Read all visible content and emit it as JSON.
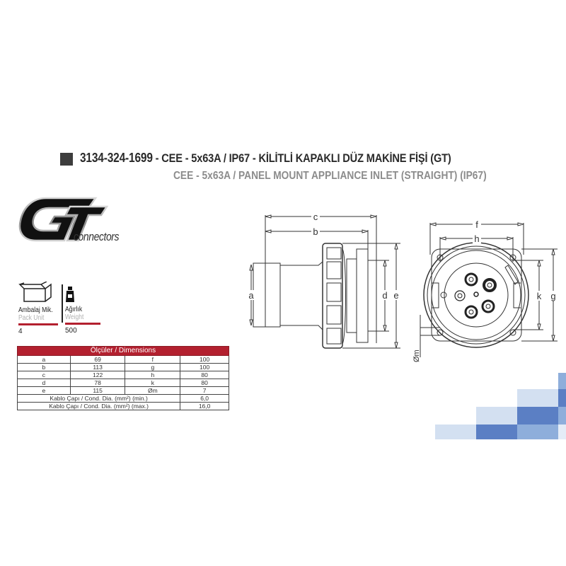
{
  "header": {
    "product_code": "3134-324-1699",
    "title_tr": " - CEE - 5x63A  / IP67 - KİLİTLİ KAPAKLI DÜZ MAKİNE FİŞİ (GT)",
    "title_en": "CEE - 5x63A / PANEL MOUNT APPLIANCE INLET (STRAIGHT) (IP67)"
  },
  "brand": {
    "logo_letters": "GT",
    "logo_text": "connectors"
  },
  "info": {
    "pack": {
      "icon": "box-icon",
      "label_tr": "Ambalaj Mik.",
      "label_en": "Pack Unit",
      "value": "4"
    },
    "weight": {
      "icon": "weight-icon",
      "label_tr": "Ağırlık",
      "label_en": "Weight",
      "value": "500"
    }
  },
  "dimensions_table": {
    "header": "Ölçüler / Dimensions",
    "rows": [
      {
        "k1": "a",
        "v1": "69",
        "k2": "f",
        "v2": "100"
      },
      {
        "k1": "b",
        "v1": "113",
        "k2": "g",
        "v2": "100"
      },
      {
        "k1": "c",
        "v1": "122",
        "k2": "h",
        "v2": "80"
      },
      {
        "k1": "d",
        "v1": "78",
        "k2": "k",
        "v2": "80"
      },
      {
        "k1": "e",
        "v1": "115",
        "k2": "Øm",
        "v2": "7"
      }
    ],
    "cable_min": {
      "label": "Kablo Çapı / Cond. Dia. (mm²) (min.)",
      "value": "6,0"
    },
    "cable_max": {
      "label": "Kablo Çapı / Cond. Dia. (mm²) (max.)",
      "value": "16,0"
    }
  },
  "side_drawing": {
    "labels": {
      "a": "a",
      "b": "b",
      "c": "c",
      "d": "d",
      "e": "e"
    }
  },
  "front_drawing": {
    "labels": {
      "f": "f",
      "h": "h",
      "k": "k",
      "g": "g",
      "m": "Øm"
    }
  },
  "colors": {
    "accent_red": "#b3202f",
    "title_dark": "#2a2a2a",
    "subtitle_gray": "#8c8c8c",
    "mosaic_dark": "#5b7fc4",
    "mosaic_mid": "#8eaedb",
    "mosaic_light": "#d3e0f1"
  }
}
